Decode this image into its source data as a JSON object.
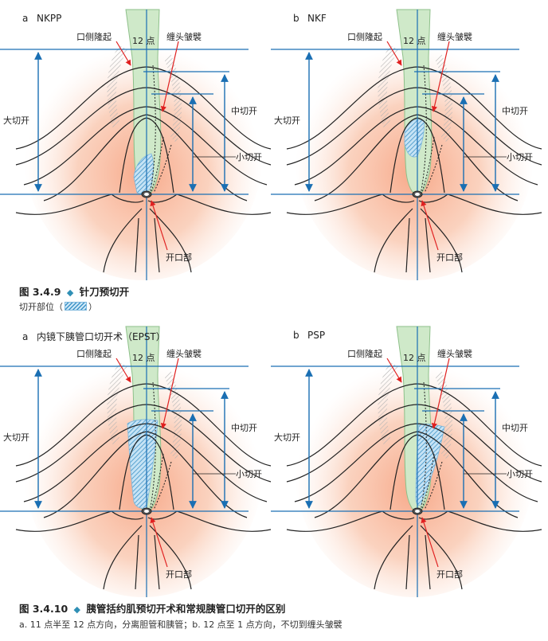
{
  "labels": {
    "oral_ridge": "口侧隆起",
    "clock_12": "12 点",
    "hooding_fold": "缠头皱襞",
    "large_cut": "大切开",
    "medium_cut": "中切开",
    "small_cut": "小切开",
    "orifice": "开口部"
  },
  "panels": [
    {
      "letter": "a",
      "title": "NKPP"
    },
    {
      "letter": "b",
      "title": "NKF"
    },
    {
      "letter": "a",
      "title": "内镜下胰管口切开术（EPST）"
    },
    {
      "letter": "b",
      "title": "PSP"
    }
  ],
  "figure1": {
    "number": "图 3.4.9",
    "title": "针刀预切开",
    "legend_prefix": "切开部位（",
    "legend_suffix": "）"
  },
  "figure2": {
    "number": "图 3.4.10",
    "title": "胰管括约肌预切开术和常规胰管口切开的区别",
    "note": "a. 11 点半至 12 点方向，分离胆管和胰管；b. 12 点至 1 点方向，不切到缠头皱襞"
  },
  "colors": {
    "blue_line": "#1a6fb3",
    "red_arrow": "#e02020",
    "green_duct": "#cfe9c9",
    "green_edge": "#8ec08a",
    "pink": "#f5a98a",
    "hatch": "#3e93c7"
  }
}
